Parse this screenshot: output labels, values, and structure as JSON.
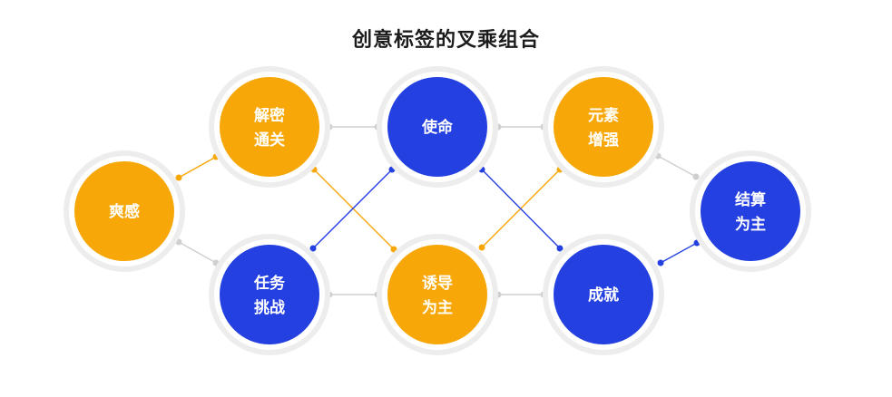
{
  "title": "创意标签的叉乘组合",
  "colors": {
    "orange": "#f7a808",
    "blue": "#2440e0",
    "ring": "#ededed",
    "ring_stroke": "#e3e3e3",
    "gray_link": "#cfcfcf"
  },
  "nodes": {
    "shuanggan": {
      "line1": "爽感",
      "line2": "",
      "color": "orange"
    },
    "jiemi": {
      "line1": "解密",
      "line2": "通关",
      "color": "orange"
    },
    "renwu": {
      "line1": "任务",
      "line2": "挑战",
      "color": "blue"
    },
    "shiming": {
      "line1": "使命",
      "line2": "",
      "color": "blue"
    },
    "youdao": {
      "line1": "诱导",
      "line2": "为主",
      "color": "orange"
    },
    "yuansu": {
      "line1": "元素",
      "line2": "增强",
      "color": "orange"
    },
    "chengjiu": {
      "line1": "成就",
      "line2": "",
      "color": "blue"
    },
    "jiesuan": {
      "line1": "结算",
      "line2": "为主",
      "color": "blue"
    }
  }
}
